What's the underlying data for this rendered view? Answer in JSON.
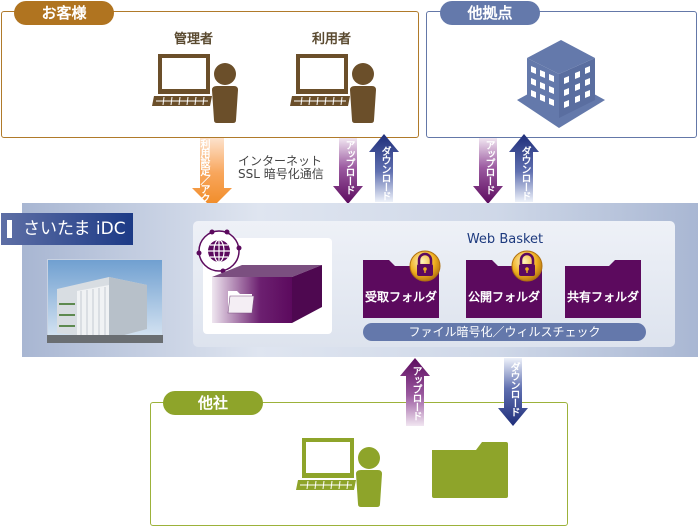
{
  "groups": {
    "customer": {
      "label": "お客様",
      "people": [
        {
          "label": "管理者",
          "icon": "computer-user-icon"
        },
        {
          "label": "利用者",
          "icon": "computer-user-icon"
        }
      ],
      "color": "#b07420"
    },
    "branch": {
      "label": "他拠点",
      "icon": "office-building-icon",
      "color": "#6479ab"
    },
    "other_company": {
      "label": "他社",
      "person_icon": "computer-user-icon",
      "folder_icon": "folder-icon",
      "color": "#8ea42a"
    }
  },
  "arrows": {
    "admin_settings": "利用設定／アクセス制御",
    "admin_settings_lines": [
      "利用設定／",
      "アクセス制御"
    ],
    "upload": "アップロード",
    "download": "ダウンロード"
  },
  "internet_label": {
    "line1": "インターネット",
    "line2": "SSL 暗号化通信"
  },
  "idc": {
    "title": "さいたま iDC",
    "photo": "data-center-building-photo",
    "server_icon": "globe-network-icon",
    "web_basket": {
      "title": "Web Basket",
      "folders": [
        {
          "label": "受取フォルダ",
          "locked": true
        },
        {
          "label": "公開フォルダ",
          "locked": true
        },
        {
          "label": "共有フォルダ",
          "locked": false
        }
      ],
      "security_bar": "ファイル暗号化／ウィルスチェック"
    }
  },
  "colors": {
    "purple": "#5c0a5e",
    "navy": "#2a3f8c",
    "orange": "#f08a24",
    "lock_gold": "#e0a020"
  }
}
